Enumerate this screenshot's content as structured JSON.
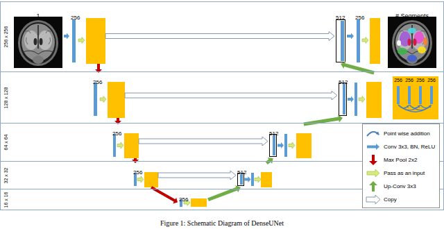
{
  "diagram": {
    "caption": "Figure 1: Schematic Diagram of DenseUNet",
    "nodes": [
      {
        "text": [
          "256 x 256"
        ]
      },
      {
        "text": [
          "128 x 128"
        ]
      },
      {
        "text": [
          "64 x 64"
        ]
      },
      {
        "text": [
          "32 x 32"
        ]
      },
      {
        "text": [
          "16 x 16"
        ]
      },
      {
        "text": [
          "1"
        ],
        "in": 0
      },
      {
        "text": [
          "256"
        ],
        "in": 0
      },
      {
        "text": [
          "512"
        ],
        "in": 0
      },
      {
        "text": [
          "256"
        ],
        "in": 0
      },
      {
        "text": [
          "# Segments"
        ],
        "in": 0
      },
      {
        "text": [
          "256"
        ],
        "in": 1
      },
      {
        "text": [
          "512"
        ],
        "in": 1
      },
      {
        "text": [
          "256"
        ],
        "in": 2
      },
      {
        "text": [
          "512"
        ],
        "in": 2
      },
      {
        "text": [
          "256"
        ],
        "in": 3
      },
      {
        "text": [
          "512"
        ],
        "in": 3
      },
      {
        "text": [
          "256"
        ],
        "in": 4
      },
      {
        "text": [
          "256",
          "256",
          "256",
          "256"
        ],
        "in": 1
      }
    ],
    "edges": [
      {
        "from": 5,
        "to": 6,
        "arrow": "to"
      },
      {
        "from": 6,
        "to": 10,
        "arrow": "to"
      },
      {
        "from": 10,
        "to": 12,
        "arrow": "to"
      },
      {
        "from": 12,
        "to": 14,
        "arrow": "to"
      },
      {
        "from": 14,
        "to": 16,
        "arrow": "to"
      },
      {
        "from": 6,
        "to": 7,
        "arrow": "to"
      },
      {
        "from": 10,
        "to": 11,
        "arrow": "to"
      },
      {
        "from": 12,
        "to": 13,
        "arrow": "to"
      },
      {
        "from": 14,
        "to": 15,
        "arrow": "to"
      },
      {
        "from": 16,
        "to": 15,
        "arrow": "to"
      },
      {
        "from": 15,
        "to": 13,
        "arrow": "to"
      },
      {
        "from": 13,
        "to": 11,
        "arrow": "to"
      },
      {
        "from": 11,
        "to": 7,
        "arrow": "to"
      },
      {
        "from": 7,
        "to": 8,
        "arrow": "to"
      }
    ],
    "legend": [
      {
        "text": "Point wise addition"
      },
      {
        "text": "Conv 3x3, BN, ReLU"
      },
      {
        "text": "Max Pool 2x2"
      },
      {
        "text": "Pass as an input"
      },
      {
        "text": "Up-Conv 3x3"
      },
      {
        "text": "Copy"
      }
    ]
  }
}
